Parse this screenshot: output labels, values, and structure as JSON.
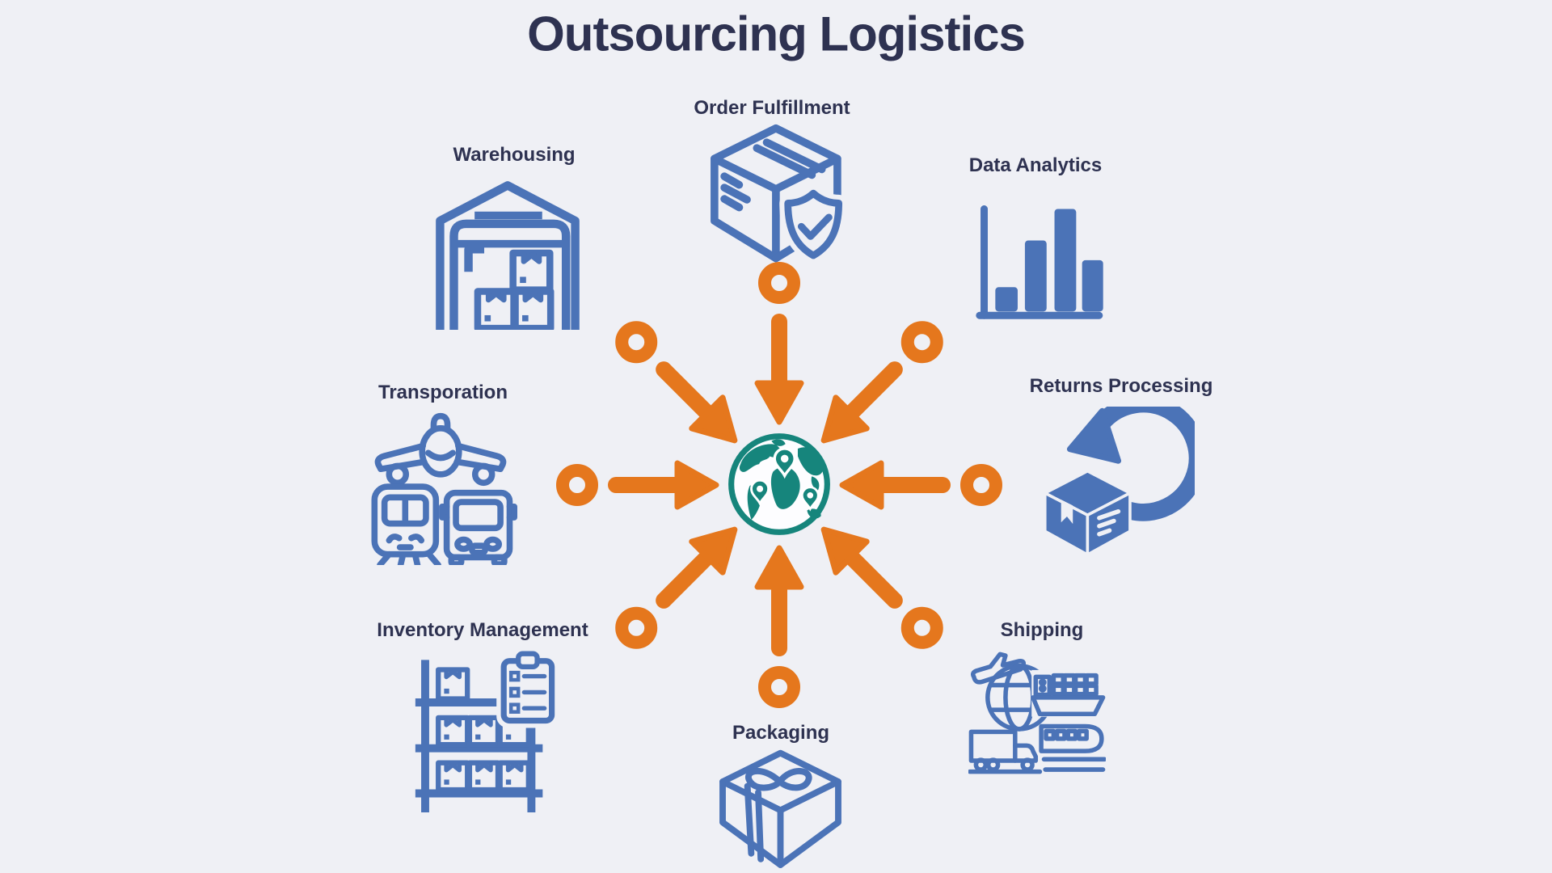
{
  "title": "Outsourcing Logistics",
  "colors": {
    "background": "#eff0f5",
    "title_text": "#2e3251",
    "label_text": "#2e3251",
    "icon_blue": "#4b73b7",
    "arrow_orange": "#e5771d",
    "globe_teal": "#16857c",
    "globe_ocean": "#fdfdff",
    "pin_dot_white": "#ffffff"
  },
  "center": {
    "name": "global-logistics-hub",
    "icon": "globe-with-location-pins-icon",
    "pin_count": 3
  },
  "diagram": {
    "type": "hub-and-spoke",
    "spoke_count": 8,
    "arrow_style": "inward-pointing with origin ring"
  },
  "categories": [
    {
      "id": "order-fulfillment",
      "label": "Order Fulfillment",
      "icon": "package-shield-check-icon",
      "direction": "N"
    },
    {
      "id": "data-analytics",
      "label": "Data Analytics",
      "icon": "bar-chart-icon",
      "direction": "NE"
    },
    {
      "id": "returns-processing",
      "label": "Returns Processing",
      "icon": "return-box-arrow-icon",
      "direction": "E"
    },
    {
      "id": "shipping",
      "label": "Shipping",
      "icon": "multimodal-freight-icon",
      "direction": "SE"
    },
    {
      "id": "packaging",
      "label": "Packaging",
      "icon": "wrapped-parcel-icon",
      "direction": "S"
    },
    {
      "id": "inventory-management",
      "label": "Inventory Management",
      "icon": "shelf-clipboard-icon",
      "direction": "SW"
    },
    {
      "id": "transporation",
      "label": "Transporation",
      "icon": "plane-train-bus-icon",
      "direction": "W"
    },
    {
      "id": "warehousing",
      "label": "Warehousing",
      "icon": "warehouse-icon",
      "direction": "NW"
    }
  ]
}
